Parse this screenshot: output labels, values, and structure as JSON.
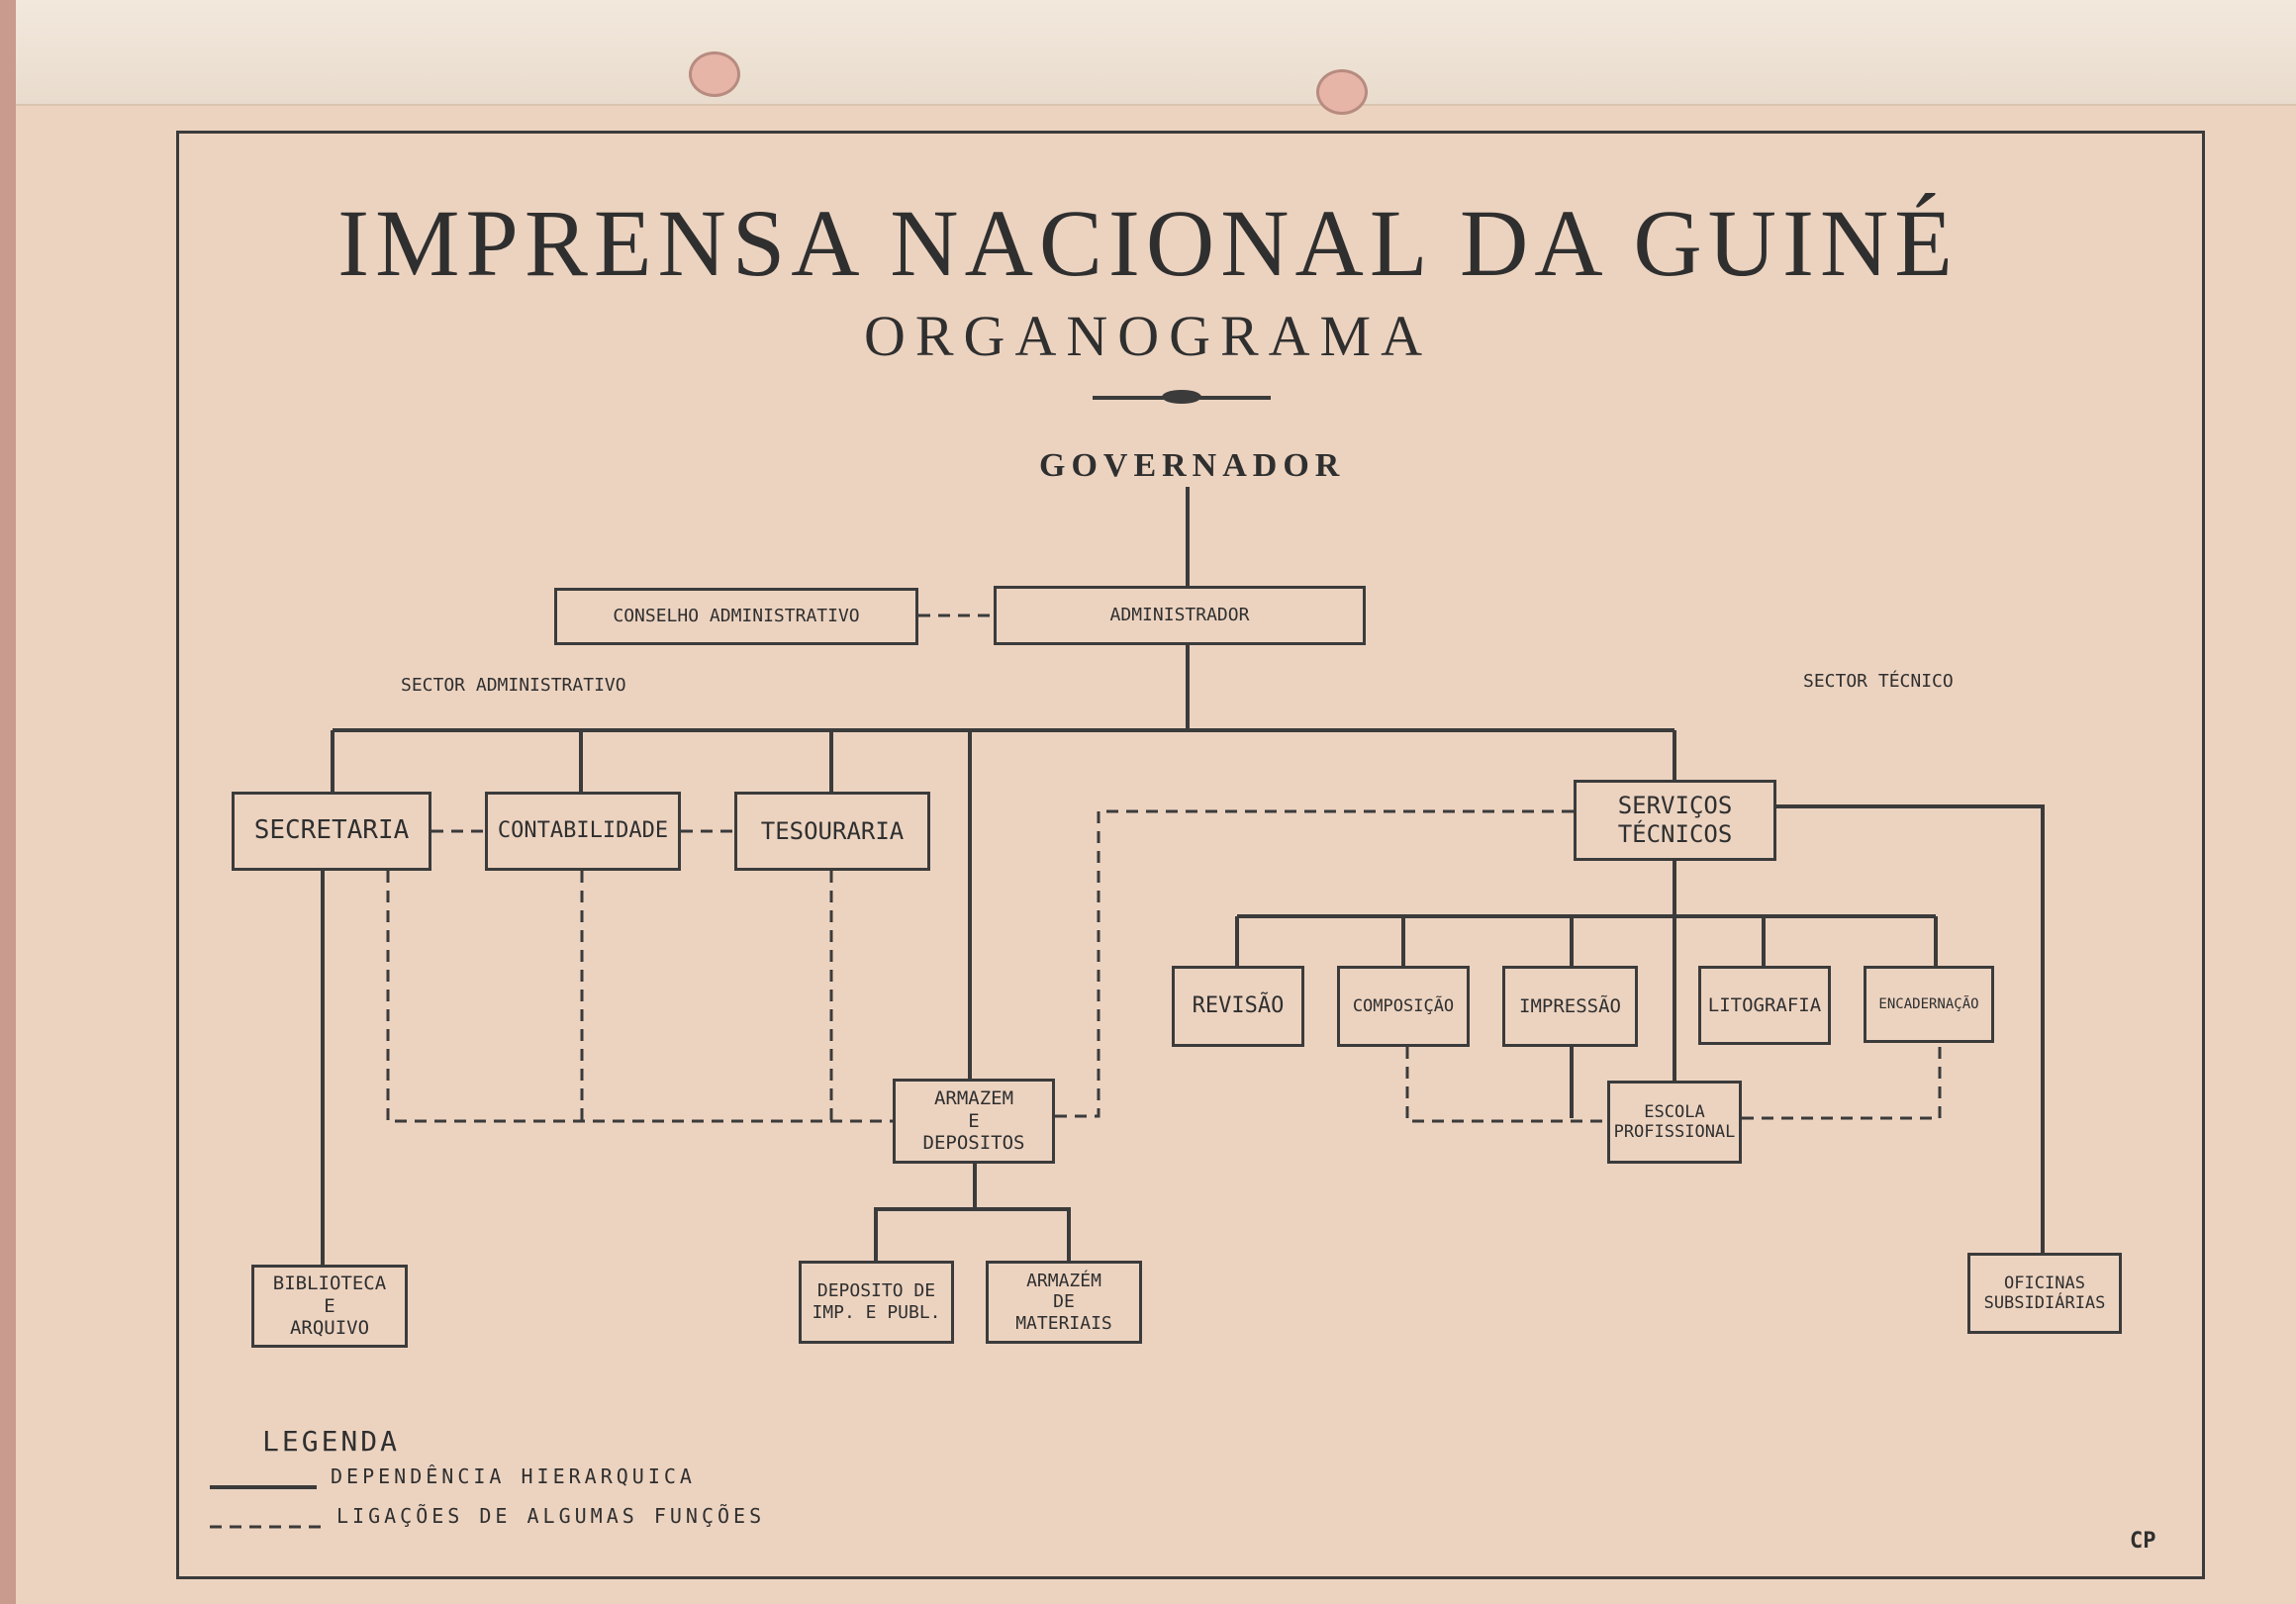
{
  "title": "IMPRENSA NACIONAL DA GUINÉ",
  "subtitle": "ORGANOGRAMA",
  "nodes": {
    "governador": "GOVERNADOR",
    "conselho": "CONSELHO ADMINISTRATIVO",
    "administrador": "ADMINISTRADOR",
    "secretaria": "SECRETARIA",
    "contabilidade": "CONTABILIDADE",
    "tesouraria": "TESOURARIA",
    "servicos_tecnicos": "SERVIÇOS\nTÉCNICOS",
    "revisao": "REVISÃO",
    "composicao": "COMPOSIÇÃO",
    "impressao": "IMPRESSÃO",
    "litografia": "LITOGRAFIA",
    "encadernacao": "ENCADERNAÇÃO",
    "armazem_depositos": "ARMAZEM\nE\nDEPOSITOS",
    "escola_profissional": "ESCOLA\nPROFISSIONAL",
    "biblioteca": "BIBLIOTECA\nE\nARQUIVO",
    "deposito_imp": "DEPOSITO DE\nIMP. E PUBL.",
    "armazem_materiais": "ARMAZÉM\nDE\nMATERIAIS",
    "oficinas": "OFICINAS\nSUBSIDIÁRIAS"
  },
  "sectors": {
    "administrativo": "SECTOR ADMINISTRATIVO",
    "tecnico": "SECTOR TÉCNICO"
  },
  "legend": {
    "title": "LEGENDA",
    "solid": "DEPENDÊNCIA HIERARQUICA",
    "dashed": "LIGAÇÕES DE ALGUMAS FUNÇÕES"
  },
  "signature": "CP"
}
